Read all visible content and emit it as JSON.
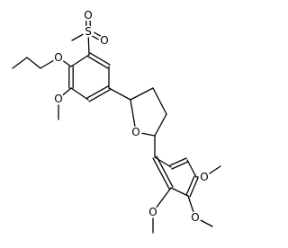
{
  "molecule": {
    "atom_labels": {
      "sulfur": "S",
      "sulfonyl_oxygen_top": "O",
      "sulfonyl_oxygen_right": "O",
      "propoxy_oxygen": "O",
      "upper_methoxy_oxygen": "O",
      "ring_oxygen": "O",
      "lower_methoxy_oxygen_right": "O",
      "lower_methoxy_oxygen_bottom": "O",
      "lower_methoxy_oxygen_left": "O"
    }
  }
}
